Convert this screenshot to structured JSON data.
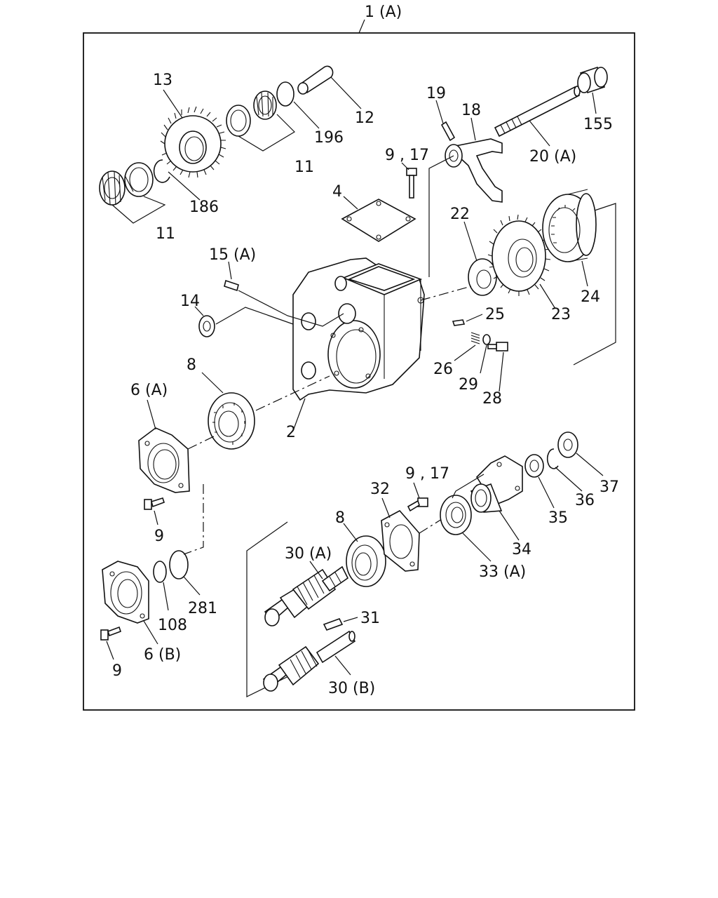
{
  "diagram": {
    "assembly_label": "1 (A)",
    "callouts": {
      "c13": "13",
      "c12": "12",
      "c196": "196",
      "c11a": "11",
      "c186": "186",
      "c11b": "11",
      "c19": "19",
      "c18": "18",
      "c155": "155",
      "c20a": "20 (A)",
      "c917a": "9 , 17",
      "c4": "4",
      "c22": "22",
      "c24": "24",
      "c23": "23",
      "c15a": "15 (A)",
      "c14": "14",
      "c25": "25",
      "c26": "26",
      "c29": "29",
      "c28": "28",
      "c8a": "8",
      "c6a": "6 (A)",
      "c2": "2",
      "c9a": "9",
      "c917b": "9 , 17",
      "c32": "32",
      "c8b": "8",
      "c37": "37",
      "c36": "36",
      "c35": "35",
      "c34": "34",
      "c33a": "33 (A)",
      "c30a": "30 (A)",
      "c31": "31",
      "c30b": "30 (B)",
      "c281": "281",
      "c108": "108",
      "c6b": "6 (B)",
      "c9b": "9"
    }
  }
}
